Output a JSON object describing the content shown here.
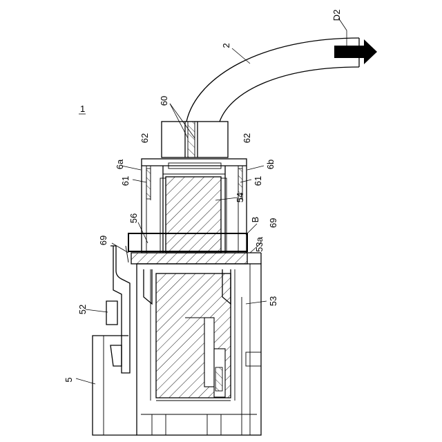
{
  "figure": {
    "assembly_ref": "1",
    "labels": {
      "d2": "D2",
      "cable": "2",
      "n60": "60",
      "n62_left": "62",
      "n62_right": "62",
      "n6a": "6a",
      "n6b": "6b",
      "n61_left": "61",
      "n61_right": "61",
      "n54": "54",
      "n56": "56",
      "nB": "B",
      "n69_right": "69",
      "n69_left": "69",
      "n53a": "53a",
      "n52": "52",
      "n53": "53",
      "n5": "5"
    }
  }
}
